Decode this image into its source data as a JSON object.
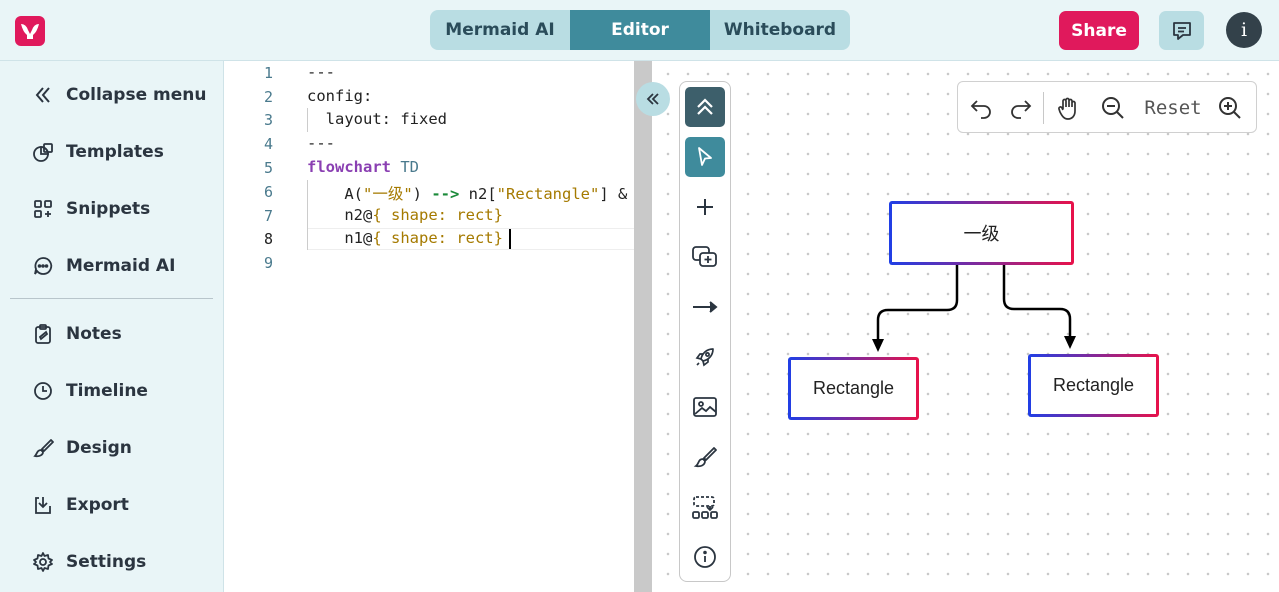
{
  "header": {
    "tabs": [
      {
        "label": "Mermaid AI",
        "active": false
      },
      {
        "label": "Editor",
        "active": true
      },
      {
        "label": "Whiteboard",
        "active": false
      }
    ],
    "share_label": "Share",
    "info_label": "i",
    "brand_color": "#e0195c",
    "accent_color": "#3f8b9c"
  },
  "sidebar": {
    "items": [
      {
        "label": "Collapse menu",
        "icon": "chevrons-left-icon"
      },
      {
        "label": "Templates",
        "icon": "templates-icon"
      },
      {
        "label": "Snippets",
        "icon": "snippets-icon"
      },
      {
        "label": "Mermaid AI",
        "icon": "chat-icon"
      },
      {
        "label": "Notes",
        "icon": "notes-icon"
      },
      {
        "label": "Timeline",
        "icon": "clock-icon"
      },
      {
        "label": "Design",
        "icon": "brush-icon"
      },
      {
        "label": "Export",
        "icon": "export-icon"
      },
      {
        "label": "Settings",
        "icon": "gear-icon"
      }
    ]
  },
  "editor": {
    "line_numbers": [
      "1",
      "2",
      "3",
      "4",
      "5",
      "6",
      "7",
      "8",
      "9"
    ],
    "lines": {
      "l1": "---",
      "l2": "config:",
      "l3": "  layout: fixed",
      "l4": "---",
      "l5_kw": "flowchart",
      "l5_dir": " TD",
      "l6_a": "    A(",
      "l6_s1": "\"一级\"",
      "l6_b": ") ",
      "l6_arrow": "-->",
      "l6_c": " n2[",
      "l6_s2": "\"Rectangle\"",
      "l6_d": "] & n",
      "l7_a": "    n2@",
      "l7_s": "{ shape: rect}",
      "l8_a": "    n1@",
      "l8_s": "{ shape: rect}"
    }
  },
  "toolbar": {
    "tools": [
      "collapse-up-icon",
      "pointer-icon",
      "plus-icon",
      "add-shape-icon",
      "arrow-icon",
      "rocket-icon",
      "image-icon",
      "brush-icon",
      "layout-icon",
      "info-icon"
    ]
  },
  "zoom": {
    "reset_label": "Reset"
  },
  "diagram": {
    "nodes": {
      "top": "一级",
      "left": "Rectangle",
      "right": "Rectangle"
    },
    "gradient": [
      "#1f3fe6",
      "#e8124a"
    ]
  }
}
